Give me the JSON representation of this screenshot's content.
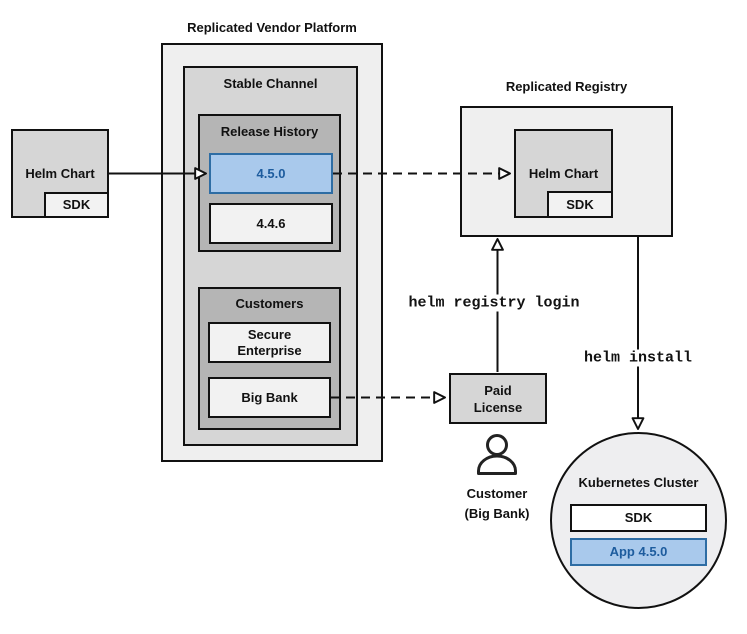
{
  "diagram": {
    "vendor_platform": {
      "title": "Replicated Vendor Platform",
      "stable_channel": {
        "label": "Stable Channel",
        "release_history": {
          "label": "Release History",
          "releases": [
            {
              "version": "4.5.0",
              "highlighted": true
            },
            {
              "version": "4.4.6",
              "highlighted": false
            }
          ]
        },
        "customers": {
          "label": "Customers",
          "items": [
            {
              "name": "Secure Enterprise"
            },
            {
              "name": "Big Bank"
            }
          ]
        }
      }
    },
    "helm_chart_source": {
      "label": "Helm Chart",
      "sdk": "SDK"
    },
    "registry": {
      "title": "Replicated Registry",
      "helm_chart": {
        "label": "Helm Chart",
        "sdk": "SDK"
      }
    },
    "paid_license": {
      "label": "Paid License"
    },
    "customer": {
      "line1": "Customer",
      "line2": "(Big Bank)"
    },
    "commands": {
      "registry_login": "helm registry login",
      "install": "helm install"
    },
    "cluster": {
      "title": "Kubernetes Cluster",
      "sdk": "SDK",
      "app": "App 4.5.0"
    }
  },
  "colors": {
    "highlight_fill": "#a9c9ec",
    "highlight_border": "#2e6da4",
    "highlight_text": "#1d5c9e",
    "outer_panel_fill": "#efefef",
    "mid_panel_fill": "#d6d6d6",
    "dark_panel_fill": "#b5b5b5",
    "light_box_fill": "#f2f2f2",
    "line": "#111111"
  }
}
